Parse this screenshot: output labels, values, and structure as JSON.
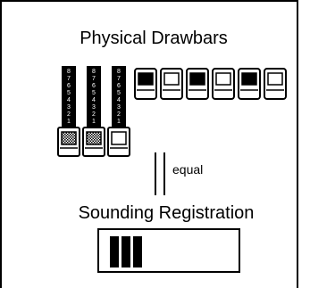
{
  "title": "Physical Drawbars",
  "equal_label": "equal",
  "subtitle": "Sounding Registration",
  "shaft_scale": [
    "8",
    "7",
    "6",
    "5",
    "4",
    "3",
    "2",
    "1"
  ],
  "drawbars": {
    "pulled_count": 3,
    "pulled_styles": [
      "checkered",
      "checkered",
      "white"
    ],
    "pushed_styles": [
      "dark",
      "white",
      "dark",
      "white",
      "dark",
      "white"
    ]
  },
  "sounding_registration": {
    "bar_count": 3
  },
  "colors": {
    "ink": "#000000",
    "paper": "#ffffff"
  }
}
